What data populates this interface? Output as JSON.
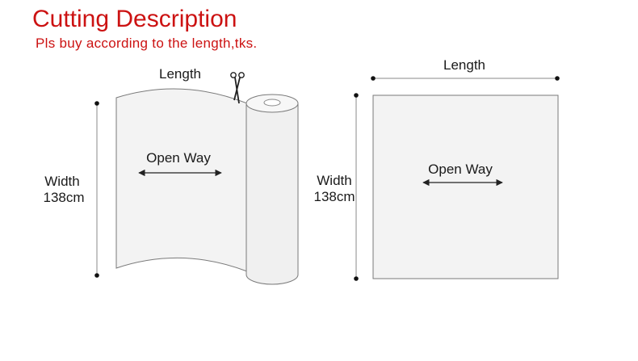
{
  "header": {
    "title": "Cutting Description",
    "subtitle": "Pls buy according to the length,tks."
  },
  "left_figure": {
    "length_label": "Length",
    "width_label": "Width",
    "width_value": "138cm",
    "direction_label": "Open Way"
  },
  "right_figure": {
    "length_label": "Length",
    "width_label": "Width",
    "width_value": "138cm",
    "direction_label": "Open Way"
  },
  "colors": {
    "title": "#cc1212",
    "fabric_fill": "#f3f3f3",
    "outline": "#6a6a6a"
  },
  "icons": [
    "scissors-icon"
  ]
}
